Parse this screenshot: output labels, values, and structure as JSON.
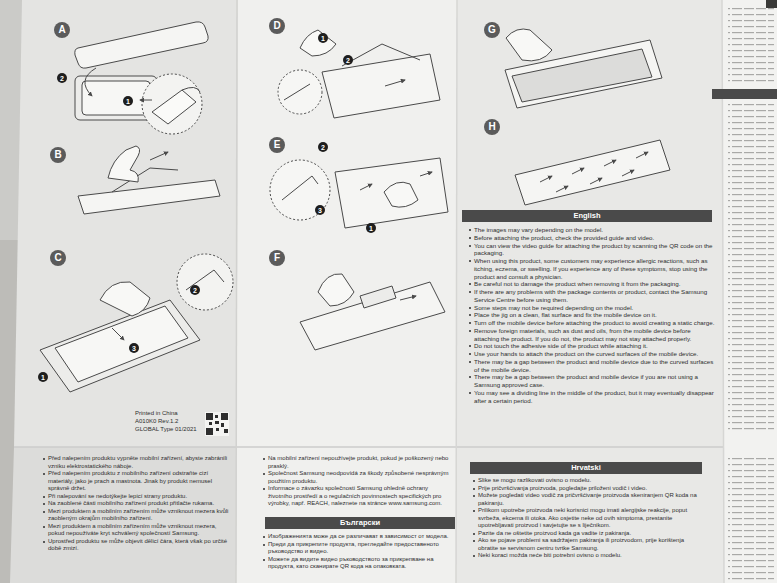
{
  "diagram": {
    "nodes": [
      {
        "text": [
          "A"
        ]
      },
      {
        "text": [
          "2"
        ]
      },
      {
        "text": [
          "1"
        ]
      },
      {
        "text": [
          "B"
        ]
      },
      {
        "text": [
          "C"
        ]
      },
      {
        "text": [
          "2"
        ]
      },
      {
        "text": [
          "3"
        ]
      },
      {
        "text": [
          "1"
        ]
      },
      {
        "text": [
          "D"
        ]
      },
      {
        "text": [
          "1"
        ]
      },
      {
        "text": [
          "2"
        ]
      },
      {
        "text": [
          "E"
        ]
      },
      {
        "text": [
          "2"
        ]
      },
      {
        "text": [
          "3"
        ]
      },
      {
        "text": [
          "1"
        ]
      },
      {
        "text": [
          "F"
        ]
      },
      {
        "text": [
          "Български"
        ]
      },
      {
        "text": [
          "G"
        ]
      },
      {
        "text": [
          "H"
        ]
      },
      {
        "text": [
          "English"
        ]
      },
      {
        "text": [
          "Hrvatski"
        ]
      }
    ],
    "labels": [
      "Printed in China",
      "A010K0 Rev.1.2",
      "GLOBAL Type 01/2021",
      "The images may vary depending on the model.",
      "Before attaching the product, check the provided guide and video.",
      "You can view the video guide for attaching the product by scanning the QR code on the packaging.",
      "When using this product, some customers may experience allergic reactions, such as itching, eczema, or swelling. If you experience any of these symptoms, stop using the product and consult a physician.",
      "Be careful not to damage the product when removing it from the packaging.",
      "If there are any problems with the package contents or product, contact the Samsung Service Centre before using them.",
      "Some steps may not be required depending on the model.",
      "Place the jig on a clean, flat surface and fix the mobile device on it.",
      "Turn off the mobile device before attaching the product to avoid creating a static charge.",
      "Remove foreign materials, such as dust and oils, from the mobile device before attaching the product. If you do not, the product may not stay attached properly.",
      "Do not touch the adhesive side of the product while attaching it.",
      "Use your hands to attach the product on the curved surfaces of the mobile device.",
      "There may be a gap between the product and mobile device due to the curved surfaces of the mobile device.",
      "There may be a gap between the product and mobile device if you are not using a Samsung approved case.",
      "You may see a dividing line in the middle of the product, but it may eventually disappear after a certain period.",
      "Slike se mogu razlikovati ovisno o modelu.",
      "Prije pričvršćivanja proizvoda, pogledajte priloženi vodič i video.",
      "Možete pogledati video vodič za pričvršćivanje proizvoda skeniranjem QR koda na pakiranju.",
      "Prilikom upotrebe proizvoda neki korisnici mogu imati alergijske reakcije, poput svrbeža, ekcema ili otoka. Ako osjetite neke od ovih simptoma, prestanite upotrebljavati proizvod i savjetujte se s liječnikom.",
      "Pazite da ne oštetite proizvod kada ga vadite iz pakiranja.",
      "Ako se pojave problemi sa sadržajem pakiranja ili proizvodom, prije korištenja obratite se servisnom centru tvrtke Samsung.",
      "Neki koraci možda neće biti potrebni ovisno o modelu.",
      "Před nalepením produktu vypněte mobilní zařízení, abyste zabránili vzniku elektrostatického náboje.",
      "Před nalepením produktu z mobilního zařízení odstraňte cizí materiály, jako je prach a mastnota. Jinak by produkt nemusel správně držet.",
      "Při nalepování se nedotýkejte lepicí strany produktu.",
      "Na zaoblené části mobilního zařízení produkt přitlačte rukama.",
      "Mezi produktem a mobilním zařízením může vzniknout mezera kvůli zaobleným okrajům mobilního zařízení.",
      "Mezi produktem a mobilním zařízením může vzniknout mezera, pokud nepoužíváte kryt schválený společností Samsung.",
      "Uprostřed produktu se může objevit dělicí čára, která však po určité době zmizí.",
      "Na mobilní zařízení nepoužívejte produkt, pokud je poškozený nebo prasklý.",
      "Společnost Samsung neodpovídá za škody způsobené nesprávným použitím produktu.",
      "Informace o závazku společnosti Samsung ohledně ochrany životního prostředí a o regulačních povinnostech specifických pro výrobky, např. REACH, naleznete na stránce www.samsung.com.",
      "Изображенията може да се различават в зависимост от модела.",
      "Преди да прикрепите продукта, прегледайте предоставеното ръководство и видео.",
      "Можете да видите видео ръководството за прикрепване на продукта, като сканирате QR кода на опаковката."
    ]
  }
}
